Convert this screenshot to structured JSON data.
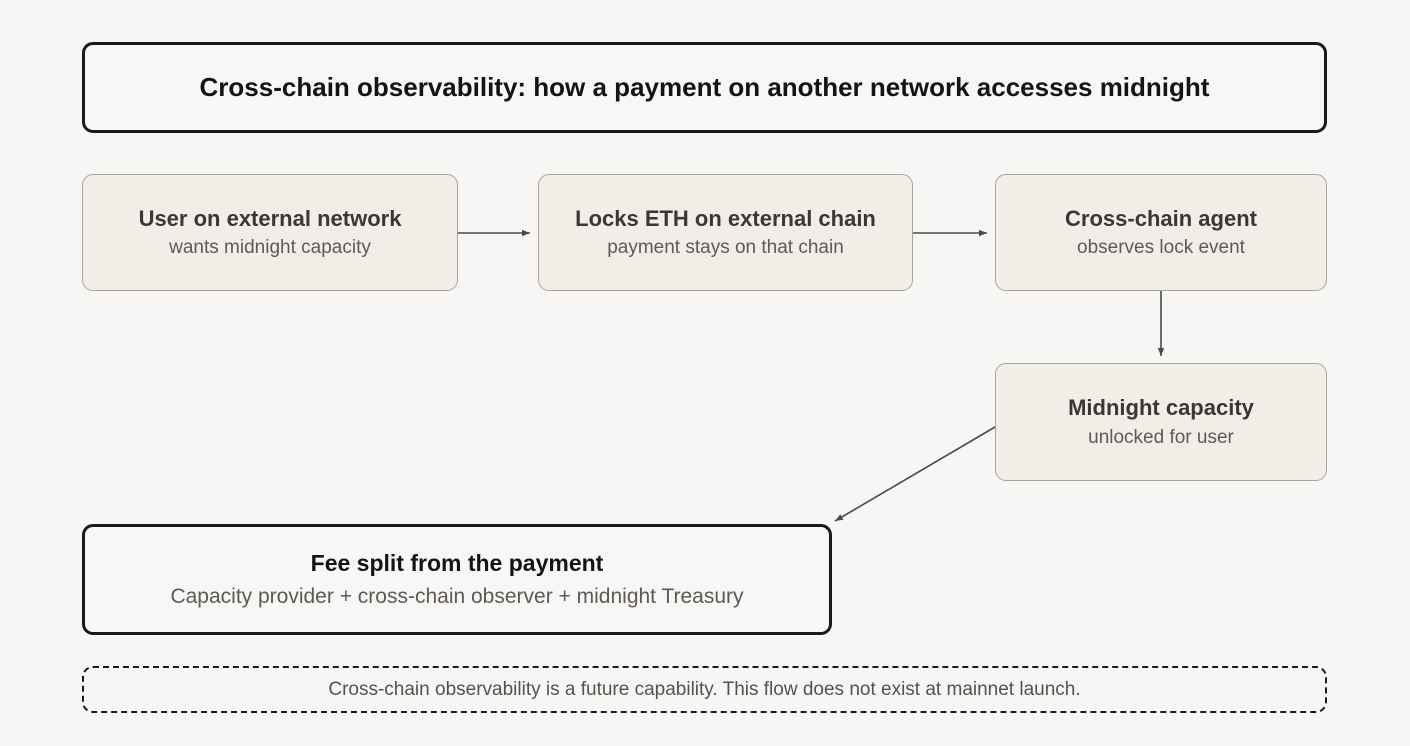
{
  "title_banner": {
    "text": "Cross-chain observability: how a payment on another network accesses midnight"
  },
  "nodes": [
    {
      "id": "user",
      "title": "User on external network",
      "subtitle": "wants midnight capacity"
    },
    {
      "id": "locks",
      "title": "Locks ETH on external chain",
      "subtitle": "payment stays on that chain"
    },
    {
      "id": "agent",
      "title": "Cross-chain agent",
      "subtitle": "observes lock event"
    },
    {
      "id": "capacity",
      "title": "Midnight capacity",
      "subtitle": "unlocked for user"
    },
    {
      "id": "fee",
      "title": "Fee split from the payment",
      "subtitle": "Capacity provider + cross-chain observer + midnight Treasury"
    }
  ],
  "footer": {
    "text": "Cross-chain observability is a future capability. This flow does not exist at mainnet launch."
  },
  "connectors": [
    {
      "name": "user-to-locks",
      "kind": "arrow-right"
    },
    {
      "name": "locks-to-agent",
      "kind": "arrow-right"
    },
    {
      "name": "agent-to-capacity",
      "kind": "arrow-down"
    },
    {
      "name": "capacity-to-fee",
      "kind": "arrow-diagonal"
    }
  ],
  "colors": {
    "page_background": "#f7f6f5",
    "node_fill": "#f1eee8",
    "node_fill_border": "#a8a49c",
    "strong_border": "#1a1a1a",
    "title_text": "#3a3734",
    "subtitle_text": "#5d5a56",
    "connector": "#4a4a4a"
  }
}
